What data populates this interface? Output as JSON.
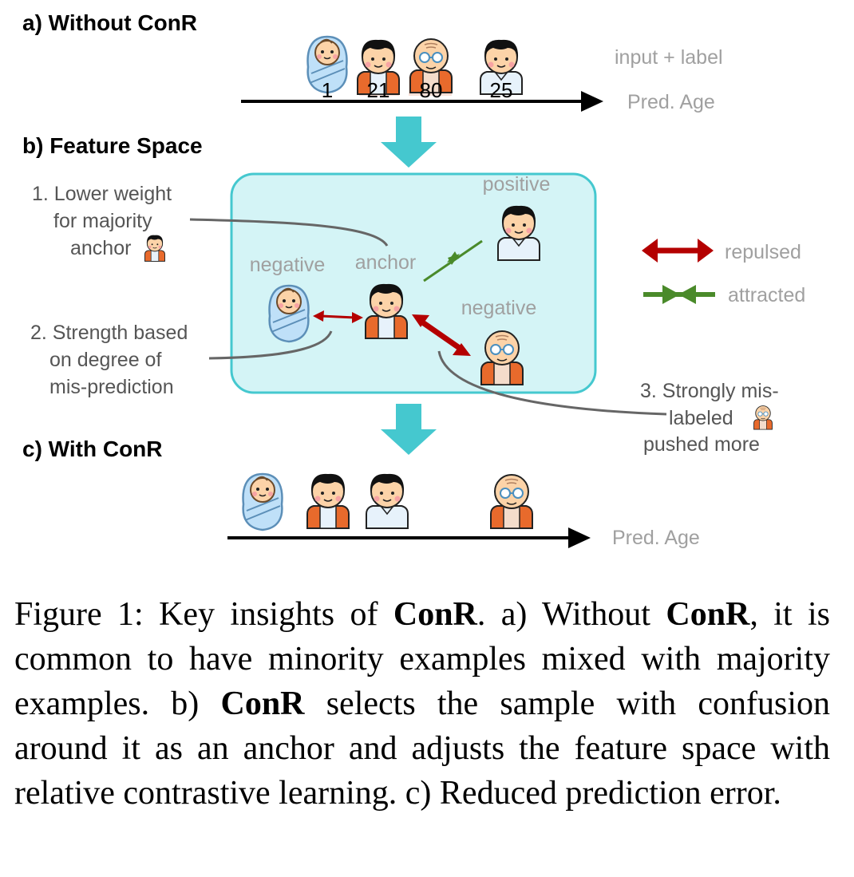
{
  "panels": {
    "a_title": "a) Without ConR",
    "b_title": "b) Feature Space",
    "c_title": "c) With ConR"
  },
  "top_row": {
    "ages": [
      "1",
      "21",
      "80",
      "25"
    ],
    "input_label": "input + label",
    "axis_label": "Pred. Age"
  },
  "feature_space": {
    "positive": "positive",
    "negative_left": "negative",
    "anchor": "anchor",
    "negative_right": "negative"
  },
  "legend": {
    "repulsed": "repulsed",
    "attracted": "attracted",
    "repulsed_color": "#b40000",
    "attracted_color": "#4a8a2a"
  },
  "annotations": {
    "note1": [
      "1. Lower weight",
      "for majority",
      "anchor"
    ],
    "note2": [
      "2. Strength based",
      "on degree of",
      "mis-prediction"
    ],
    "note3": [
      "3. Strongly mis-",
      "labeled",
      "pushed more"
    ]
  },
  "bottom_row": {
    "axis_label": "Pred. Age"
  },
  "caption": {
    "p1": "Figure 1:  Key insights of ",
    "b1": "ConR",
    "p2": ". a) Without ",
    "b2": "ConR",
    "p3": ", it is common to have minority examples mixed with majority examples. b) ",
    "b3": "ConR",
    "p4": " selects the sample with confusion around it as an anchor and adjusts the feature space with relative contrastive learning. c) Reduced prediction error."
  },
  "colors": {
    "box_fill": "#d4f4f6",
    "box_stroke": "#45c8cf",
    "flow_arrow": "#45c8cf",
    "gray_text": "#a0a0a0",
    "dark_text": "#555555"
  }
}
